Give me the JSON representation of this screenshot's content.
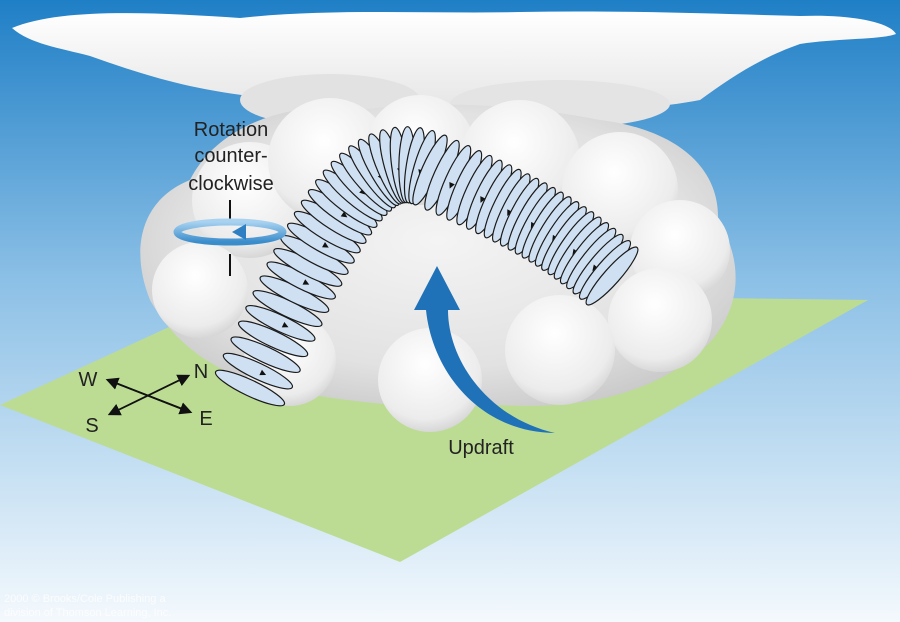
{
  "labels": {
    "rotation_line1": "Rotation",
    "rotation_line2": "counter-",
    "rotation_line3": "clockwise",
    "updraft": "Updraft"
  },
  "compass": {
    "north": "N",
    "south": "S",
    "east": "E",
    "west": "W"
  },
  "credit": {
    "line1": "2000 © Brooks/Cole Publishing a",
    "line2": "division of Thomson Learning, Inc."
  },
  "colors": {
    "sky_top": "#1f7fc6",
    "sky_bottom": "#f4f9fd",
    "ground": "#bcdc94",
    "cloud": "#ffffff",
    "cloud_shadow": "#c8c8c8",
    "tube_fill": "#cfe0f2",
    "tube_stroke": "#1a1a1a",
    "updraft_arrow": "#1f72b8",
    "rotation_arrow": "#4a9ad4"
  }
}
